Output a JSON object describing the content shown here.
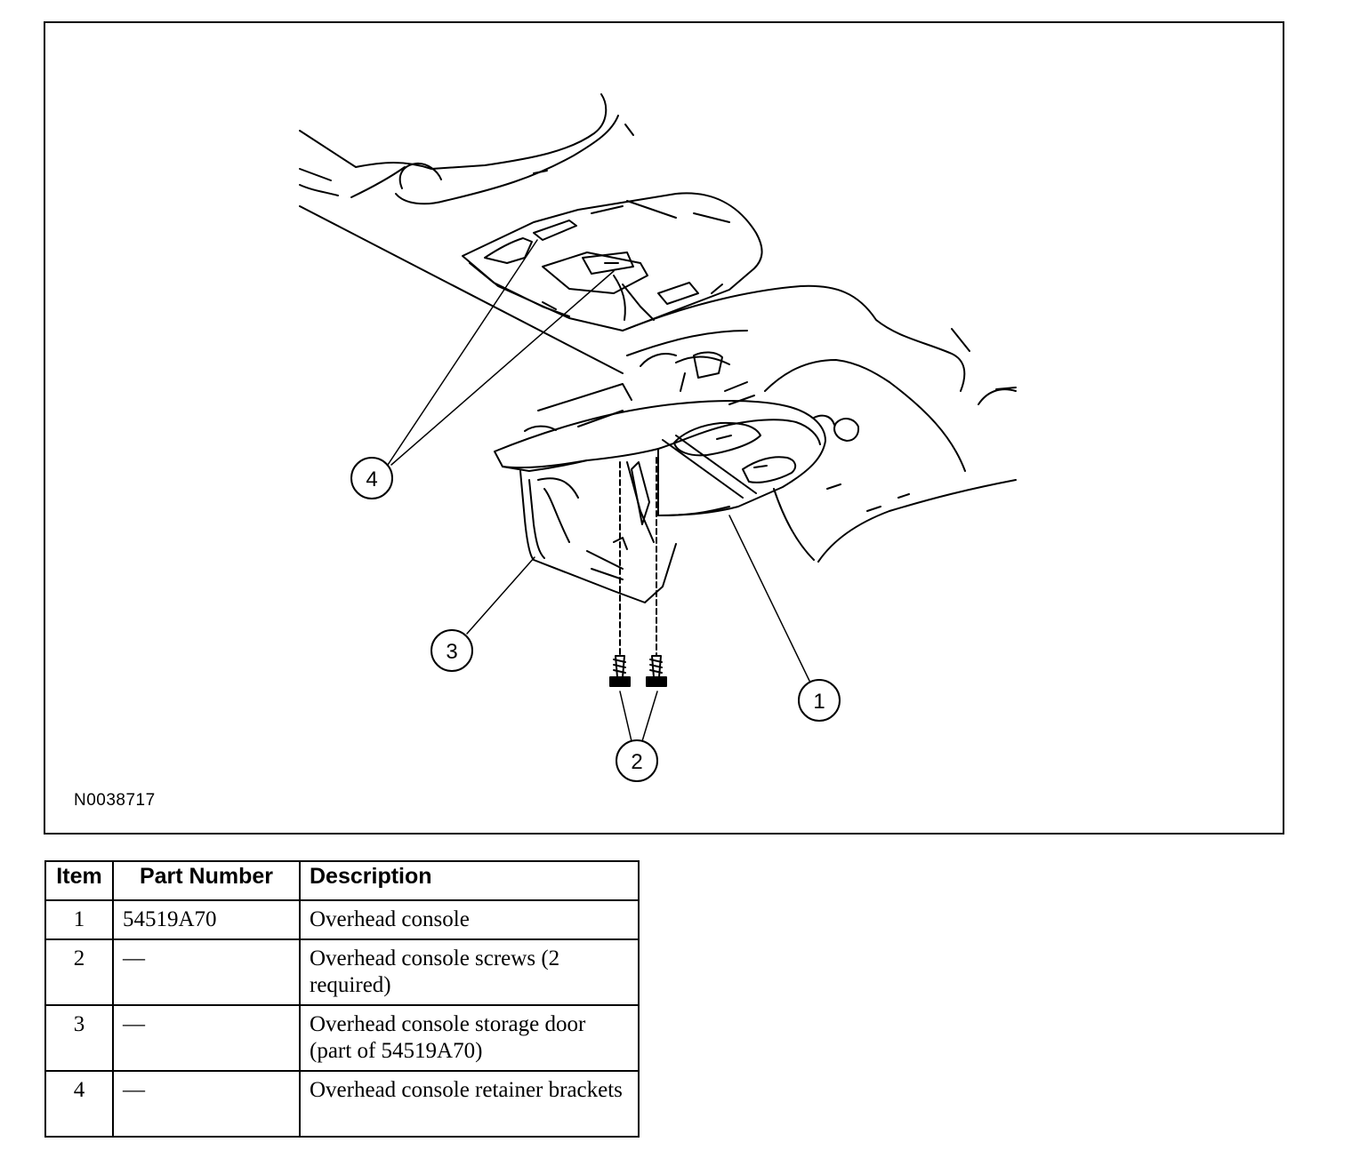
{
  "figure": {
    "id": "N0038717",
    "callouts": [
      {
        "label": "1"
      },
      {
        "label": "2"
      },
      {
        "label": "3"
      },
      {
        "label": "4"
      }
    ]
  },
  "table": {
    "headers": {
      "item": "Item",
      "part_number": "Part Number",
      "description": "Description"
    },
    "rows": [
      {
        "item": "1",
        "part_number": "54519A70",
        "description": "Overhead console"
      },
      {
        "item": "2",
        "part_number": "—",
        "description": "Overhead console screws (2 required)"
      },
      {
        "item": "3",
        "part_number": "—",
        "description": "Overhead console storage door (part of 54519A70)"
      },
      {
        "item": "4",
        "part_number": "—",
        "description": "Overhead console retainer brackets"
      }
    ]
  }
}
